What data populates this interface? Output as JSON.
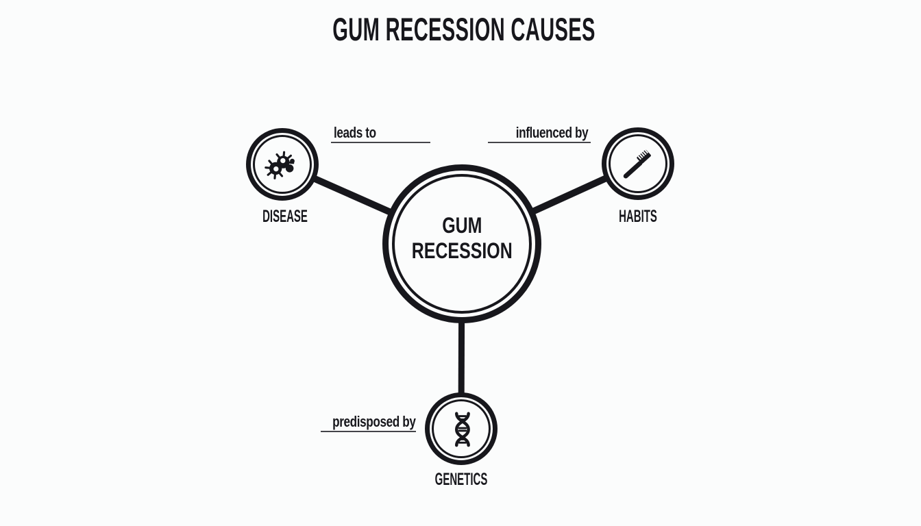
{
  "title": "GUM RECESSION CAUSES",
  "colors": {
    "ink": "#17171c",
    "background": "#fbfcfc",
    "underline": "#444449"
  },
  "center_node": {
    "line1": "GUM",
    "line2": "RECESSION"
  },
  "nodes": [
    {
      "id": "disease",
      "label": "DISEASE",
      "icon": "bacteria-icon"
    },
    {
      "id": "habits",
      "label": "HABITS",
      "icon": "toothbrush-icon"
    },
    {
      "id": "genetics",
      "label": "GENETICS",
      "icon": "dna-icon"
    }
  ],
  "edges": [
    {
      "from": "disease",
      "to": "gum-recession",
      "label": "leads to"
    },
    {
      "from": "habits",
      "to": "gum-recession",
      "label": "influenced by"
    },
    {
      "from": "genetics",
      "to": "gum-recession",
      "label": "predisposed by"
    }
  ]
}
